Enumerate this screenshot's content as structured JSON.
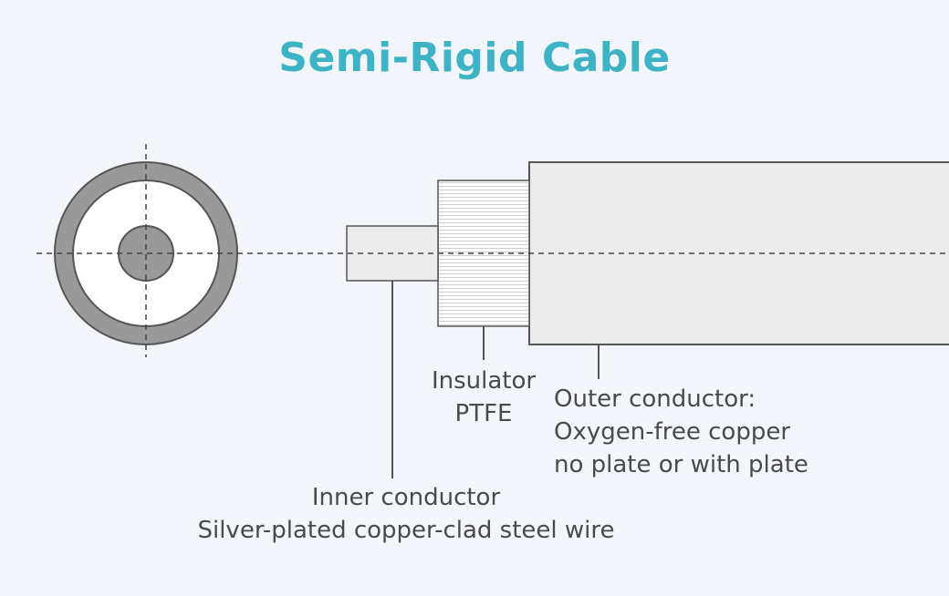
{
  "title": "Semi-Rigid Cable",
  "labels": {
    "insulator": [
      "Insulator",
      "PTFE"
    ],
    "inner_conductor": [
      "Inner conductor",
      "Silver-plated copper-clad steel wire"
    ],
    "outer_conductor": [
      "Outer conductor:",
      "Oxygen-free copper",
      "no plate or with plate"
    ]
  },
  "colors": {
    "title": "#3fb3c6",
    "background": "#f2f6fa",
    "outer_ring": "#999999",
    "core": "#999999",
    "stroke": "#555555",
    "jacket_fill": "#ececec",
    "insulator_stripes": "#cfcfcf",
    "label_text": "#4a4a4a"
  }
}
